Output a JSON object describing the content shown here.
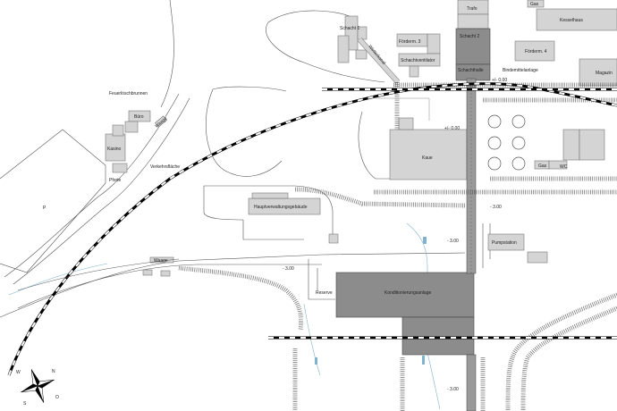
{
  "labels": {
    "trafo": "Trafo",
    "gas_top": "Gas",
    "kesselhaus": "Kesselhaus",
    "schacht1": "Schacht 1",
    "schacht2": "Schacht 2",
    "foerderm3": "Förderm. 3",
    "foerderm4": "Förderm. 4",
    "magazin": "Magazin",
    "wetterkanal": "Wetterkanal",
    "schachtventilator": "Schachtventilator",
    "schachthalle": "Schachthalle",
    "bindemittelanlage": "Bindemittelanlage",
    "pm000_a": "+/- 0.00",
    "pm000_b": "+/- 0.00",
    "feuerloeschbrunnen": "Feuerlöschbrunnen",
    "buero": "Büro",
    "kasino": "Kasino",
    "waage_top": "Waage",
    "verkehrsflaeche": "Verkehrsfläche",
    "pforte": "Pforte",
    "parking": "P",
    "kaue": "Kaue",
    "gas_small": "Gas",
    "wc": "WC",
    "hauptverwaltungsgebaeude": "Hauptverwaltungsgebäude",
    "minus300_a": "- 3.00",
    "minus300_b": "- 3.00",
    "minus300_c": "- 3.00",
    "minus300_d": "- 3.00",
    "pumpstation": "Pumpstation",
    "waage_bottom": "Waage",
    "reserve": "Reserve",
    "konditionierungsanlage": "Konditionierungsanlage"
  },
  "compass": {
    "n": "N",
    "s": "S",
    "w": "W",
    "o": "O"
  },
  "colors": {
    "building_light": "#d4d4d4",
    "building_dark": "#8c8c8c",
    "rail": "#000000",
    "water": "#7fb3cf"
  }
}
